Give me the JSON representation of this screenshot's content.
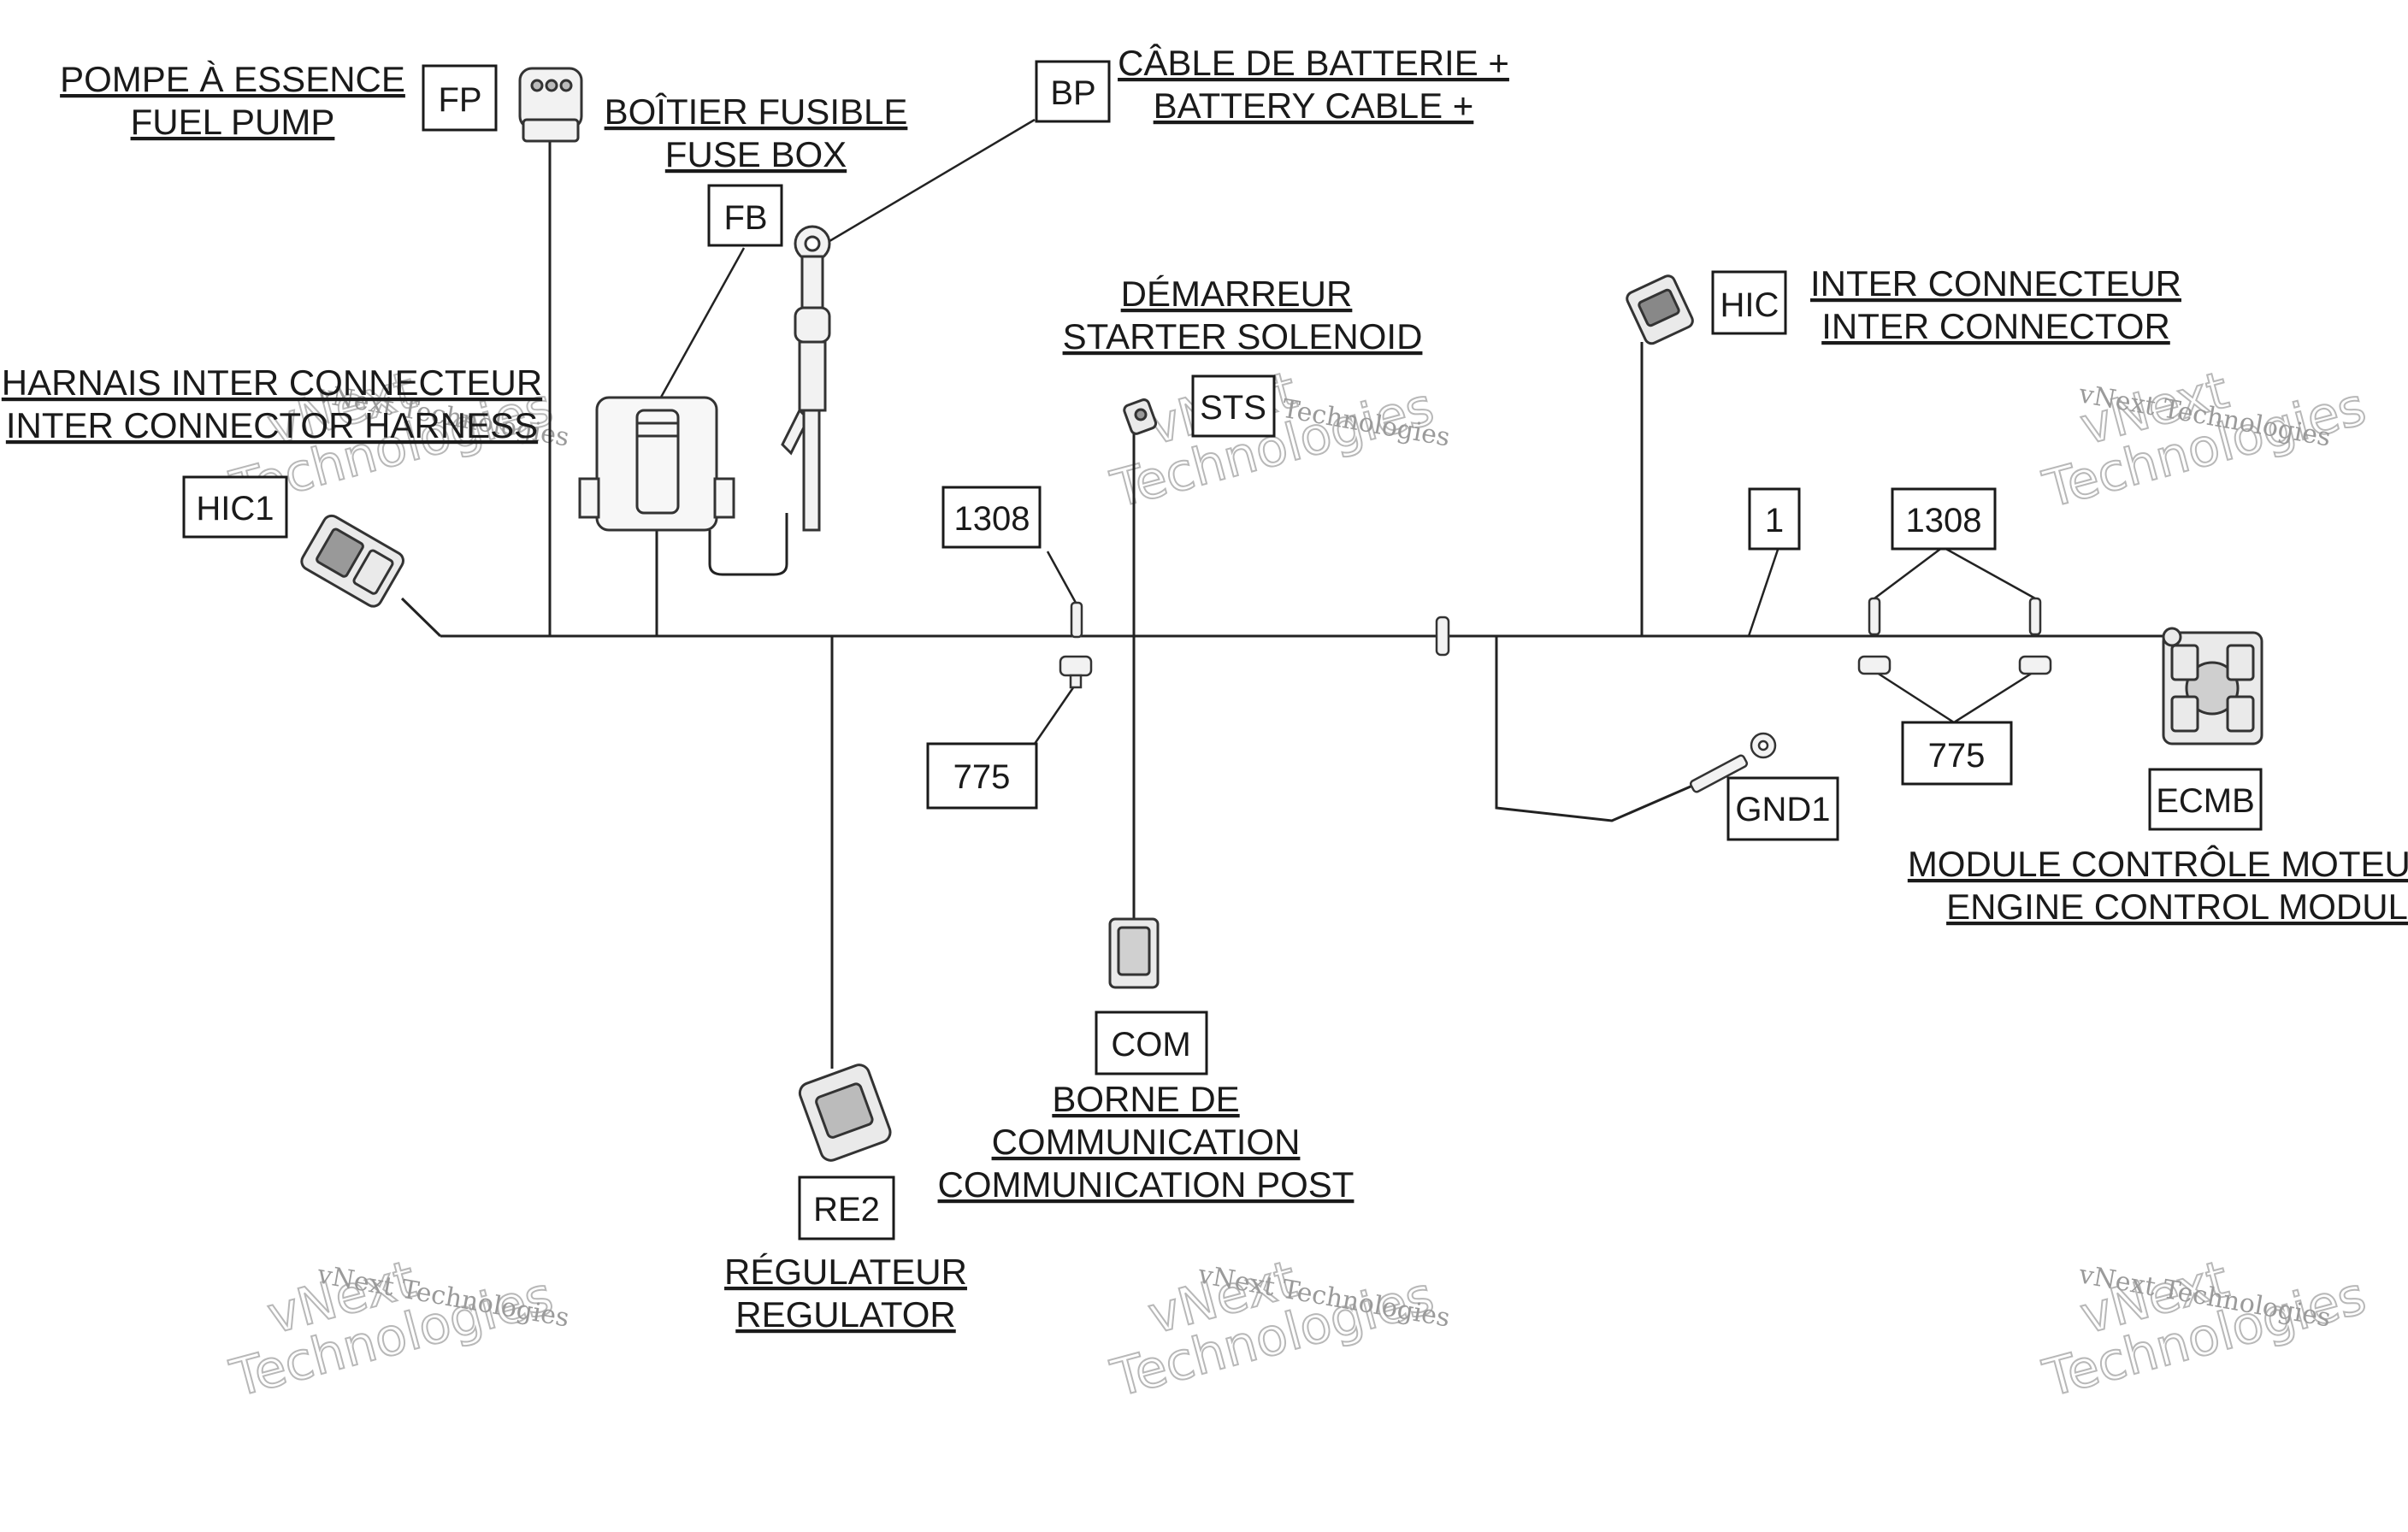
{
  "labels": {
    "fp_fr": "POMPE À ESSENCE",
    "fp_en": "FUEL PUMP",
    "fb_fr": "BOÎTIER FUSIBLE",
    "fb_en": "FUSE BOX",
    "bp_fr": "CÂBLE DE BATTERIE +",
    "bp_en": "BATTERY CABLE +",
    "sts_fr": "DÉMARREUR",
    "sts_en": "STARTER SOLENOID",
    "hic_fr": "INTER CONNECTEUR",
    "hic_en": "INTER CONNECTOR",
    "hic1_fr": "HARNAIS INTER CONNECTEUR",
    "hic1_en": "INTER CONNECTOR HARNESS",
    "ecm_fr": "MODULE CONTRÔLE MOTEUR",
    "ecm_en": "ENGINE CONTROL MODULE",
    "com_fr1": "BORNE DE",
    "com_fr2": "COMMUNICATION",
    "com_en": "COMMUNICATION POST",
    "re_fr": "RÉGULATEUR",
    "re_en": "REGULATOR"
  },
  "codes": {
    "fp": "FP",
    "fb": "FB",
    "bp": "BP",
    "sts": "STS",
    "hic": "HIC",
    "hic1": "HIC1",
    "w1308a": "1308",
    "w775a": "775",
    "w1": "1",
    "w1308b": "1308",
    "w775b": "775",
    "gnd1": "GND1",
    "ecmb": "ECMB",
    "com": "COM",
    "re2": "RE2"
  },
  "watermark": {
    "line1": "vNext Technologies",
    "line2": "vNext",
    "line3": "Technologies"
  }
}
